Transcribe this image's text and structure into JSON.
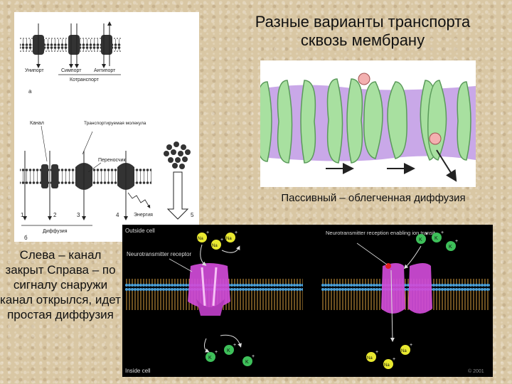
{
  "title": "Разные варианты транспорта сквозь мембрану",
  "membrane_caption": "Пассивный – облегченная диффузия",
  "left_caption": "Слева – канал закрыт Справа – по сигналу снаружи канал открылся, идет простая диффузия",
  "transport_diagram": {
    "top_labels": [
      "Унипорт",
      "Симпорт",
      "Антипорт"
    ],
    "cotransport_label": "Котранспорт",
    "part_a": "а",
    "channel_label": "Канал",
    "transported_molecule_label": "Транспортируемая молекула",
    "carrier_label": "Переносчик",
    "energy_label": "Энергия",
    "numbers": [
      "1",
      "2",
      "3",
      "4",
      "5"
    ],
    "diffusion_label": "Диффузия",
    "part_b": "б"
  },
  "receptor_diagram": {
    "outside_label": "Outside cell",
    "inside_label": "Inside cell",
    "receptor_label": "Neurotransmitter receptor",
    "reception_label": "Neurotransmitter reception enabling ion transit",
    "ions": {
      "sodium": "Na",
      "potassium": "K",
      "charge": "+"
    },
    "copyright": "© 2001"
  },
  "colors": {
    "background": "#d9c7a4",
    "channel_green": "#a8e0a0",
    "membrane_purple": "#c9a8e8",
    "receptor_magenta": "#d04bd8",
    "ion_yellow": "#e8e830",
    "ion_green": "#3ec05a"
  }
}
